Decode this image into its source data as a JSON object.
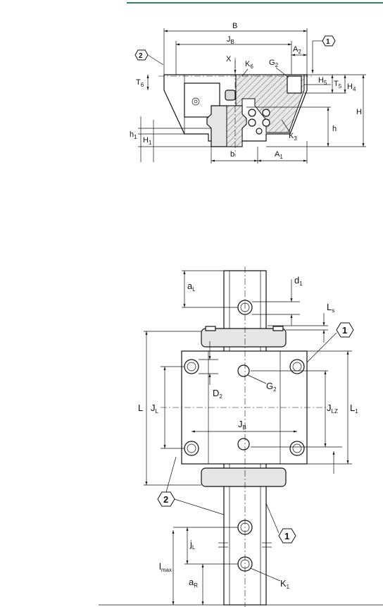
{
  "accent_color": "#2e8b57",
  "section": {
    "labels": {
      "B": "B",
      "JB": "J",
      "JB_sub": "B",
      "A2": "A",
      "A2_sub": "2",
      "X": "X",
      "K6": "K",
      "K6_sub": "6",
      "G2": "G",
      "G2_sub": "2",
      "T6": "T",
      "T6_sub": "6",
      "H5": "H",
      "H5_sub": "5",
      "T5": "T",
      "T5_sub": "5",
      "H4": "H",
      "H4_sub": "4",
      "H": "H",
      "h": "h",
      "K3": "K",
      "K3_sub": "3",
      "h1": "h",
      "h1_sub": "1",
      "H1": "H",
      "H1_sub": "1",
      "b": "b",
      "A1": "A",
      "A1_sub": "1"
    },
    "callouts": {
      "c1": "1",
      "c2": "2"
    }
  },
  "plan": {
    "labels": {
      "aL": "a",
      "aL_sub": "L",
      "d1": "d",
      "d1_sub": "1",
      "Ls": "L",
      "Ls_sub": "s",
      "L": "L",
      "JL": "J",
      "JL_sub": "L",
      "D2": "D",
      "D2_sub": "2",
      "G2": "G",
      "G2_sub": "2",
      "JB": "J",
      "JB_sub": "B",
      "JLZ": "J",
      "JLZ_sub": "LZ",
      "L1": "L",
      "L1_sub": "1",
      "jL": "j",
      "jL_sub": "L",
      "lmax": "l",
      "lmax_sub": "max",
      "aR": "a",
      "aR_sub": "R",
      "K1": "K",
      "K1_sub": "1"
    },
    "callouts": {
      "c1a": "1",
      "c2": "2",
      "c1b": "1"
    }
  }
}
